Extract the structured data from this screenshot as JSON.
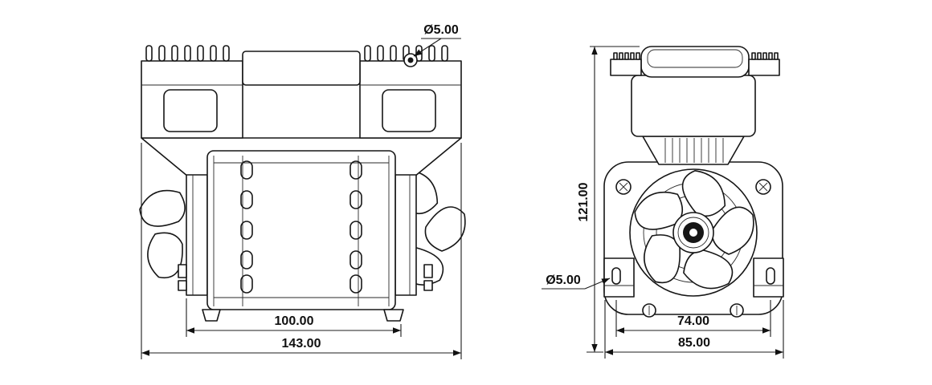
{
  "front_view": {
    "hole_callout": "Ø5.00",
    "inner_width": "100.00",
    "overall_width": "143.00"
  },
  "side_view": {
    "overall_height": "121.00",
    "foot_hole_callout": "Ø5.00",
    "hole_spacing": "74.00",
    "overall_width": "85.00"
  }
}
